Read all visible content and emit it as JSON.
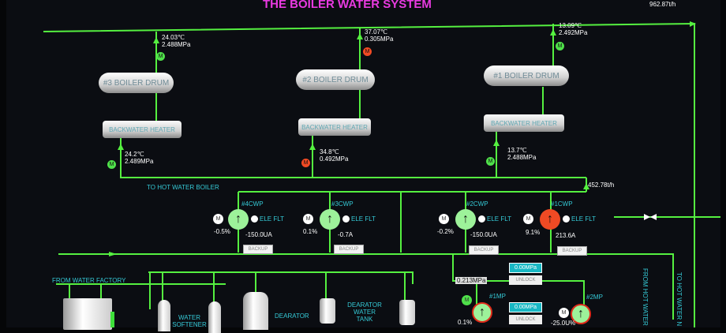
{
  "title": "THE BOILER WATER SYSTEM",
  "main_flow": "962.87t/h",
  "return_flow": "452.78t/h",
  "to_hot_water_boiler": "TO HOT WATER  BOILER",
  "boilers": [
    {
      "drum": "#3 BOILER DRUM",
      "heater": "BACKWATER HEATER",
      "out_temp": "24.03℃",
      "out_press": "2.488MPa",
      "in_temp": "24.2℃",
      "in_press": "2.489MPa",
      "in_valve": "green",
      "out_valve": "green"
    },
    {
      "drum": "#2 BOILER DRUM",
      "heater": "BACKWATER HEATER",
      "out_temp": "37.07℃",
      "out_press": "0.305MPa",
      "in_temp": "34.8℃",
      "in_press": "0.492MPa",
      "in_valve": "red",
      "out_valve": "red"
    },
    {
      "drum": "#1 BOILER DRUM",
      "heater": "BACKWATER HEATER",
      "out_temp": "13.09℃",
      "out_press": "2.492MPa",
      "in_temp": "13.7℃",
      "in_press": "2.488MPa",
      "in_valve": "green",
      "out_valve": "green"
    }
  ],
  "pumps": [
    {
      "name": "#4CWP",
      "fault": "ELE FLT",
      "pct": "-0.5%",
      "current": "-150.0UA",
      "mode": "BACKUP",
      "running": false
    },
    {
      "name": "#3CWP",
      "fault": "ELE FLT",
      "pct": "0.1%",
      "current": "-0.7A",
      "mode": "BACKUP",
      "running": false
    },
    {
      "name": "#2CWP",
      "fault": "ELE FLT",
      "pct": "-0.2%",
      "current": "-150.0UA",
      "mode": "BACKUP",
      "running": false
    },
    {
      "name": "#1CWP",
      "fault": "ELE FLT",
      "pct": "9.1%",
      "current": "213.6A",
      "mode": "BACKUP",
      "running": true
    }
  ],
  "motor_label": "M",
  "from_water_factory": "FROM WATER FACTORY",
  "water_softener": "WATER SOFTENER",
  "dearator": "DEARATOR",
  "dearator_tank": "DEARATOR WATER TANK",
  "makeup_press": "0.213MPa",
  "mp": [
    {
      "name": "#1MP",
      "press": "0.00MPa",
      "lock": "UNLOCK",
      "pct": "0.1%"
    },
    {
      "name": "#2MP",
      "press": "0.00MPa",
      "lock": "UNLOCK",
      "pct": "-25.0U%"
    }
  ],
  "from_hot_water": "FROM HOT WATER",
  "to_hot_water": "TO HOT WATER N"
}
